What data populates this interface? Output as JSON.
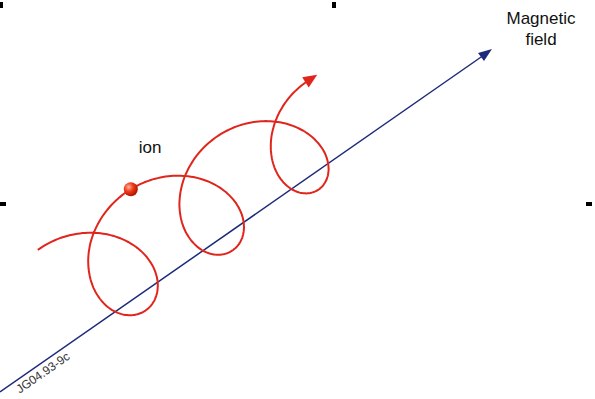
{
  "diagram": {
    "labels": [
      "ion",
      "Magnetic field",
      "JG04.93-9c"
    ]
  }
}
